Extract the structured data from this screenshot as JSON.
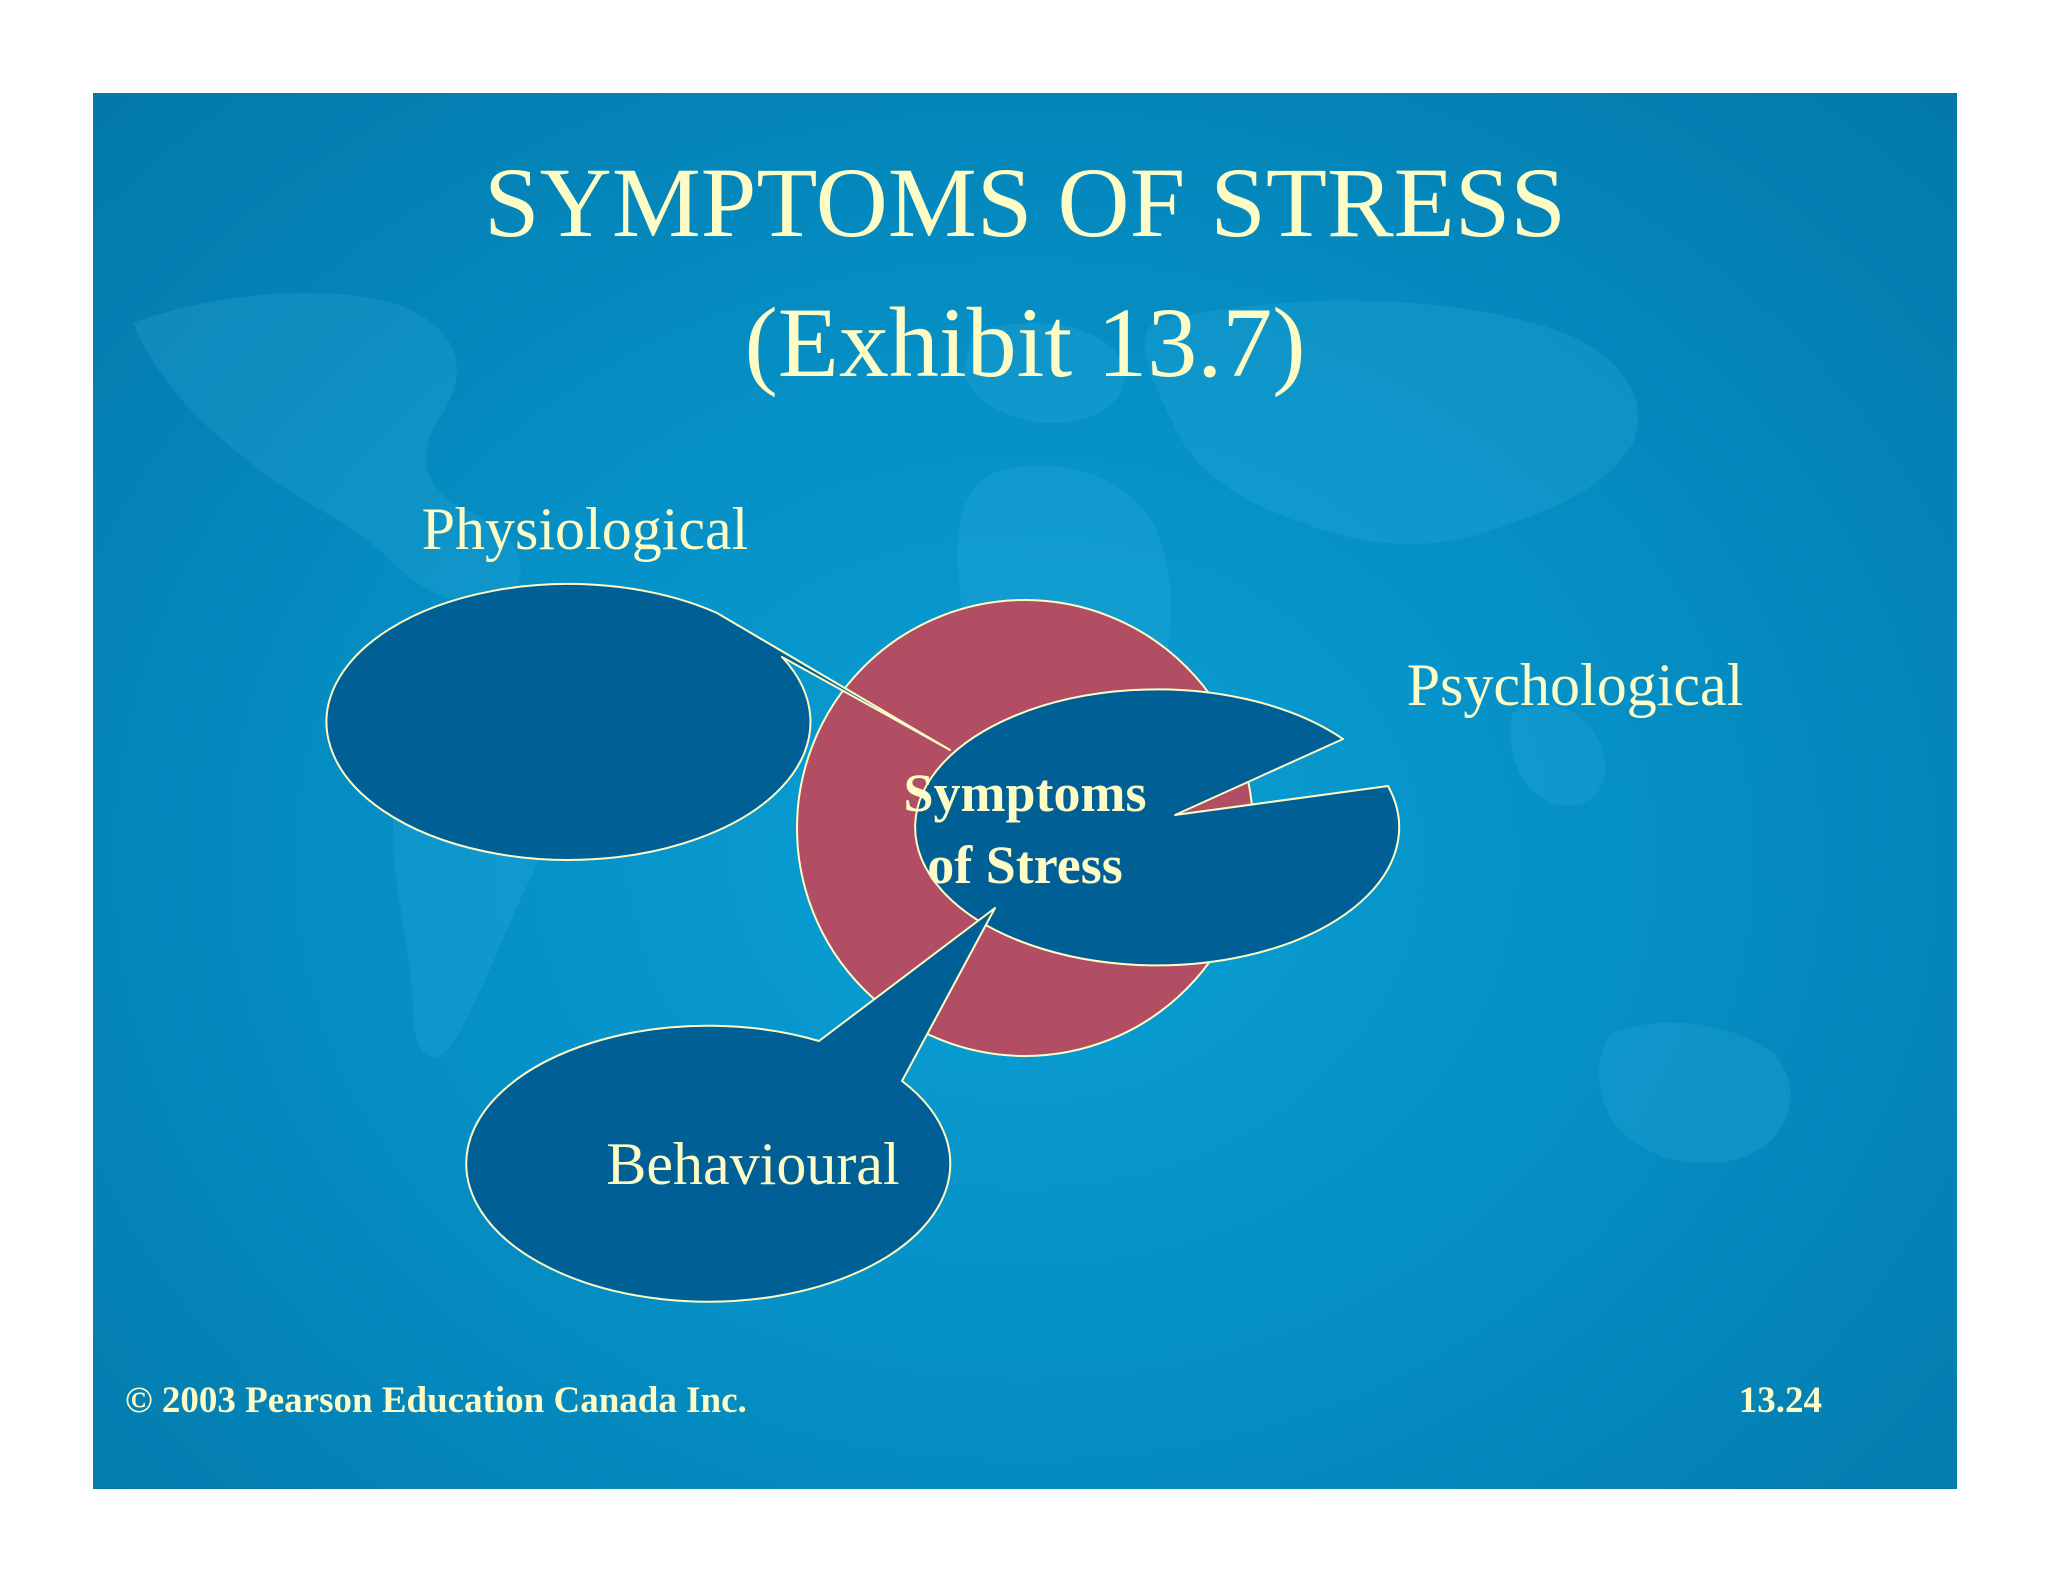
{
  "slide": {
    "title_line1": "SYMPTOMS OF STRESS",
    "title_line2": "(Exhibit 13.7)",
    "copyright": "© 2003 Pearson Education Canada Inc.",
    "slide_number": "13.24"
  },
  "diagram": {
    "center": {
      "line1": "Symptoms",
      "line2": "of Stress",
      "color": "#b24e63"
    },
    "bubbles": [
      {
        "label": "Physiological"
      },
      {
        "label": "Psychological"
      },
      {
        "label": "Behavioural"
      }
    ],
    "bubble_color": "#005f95",
    "outline_color": "#fdfbc6",
    "text_color": "#fdfbc6"
  }
}
